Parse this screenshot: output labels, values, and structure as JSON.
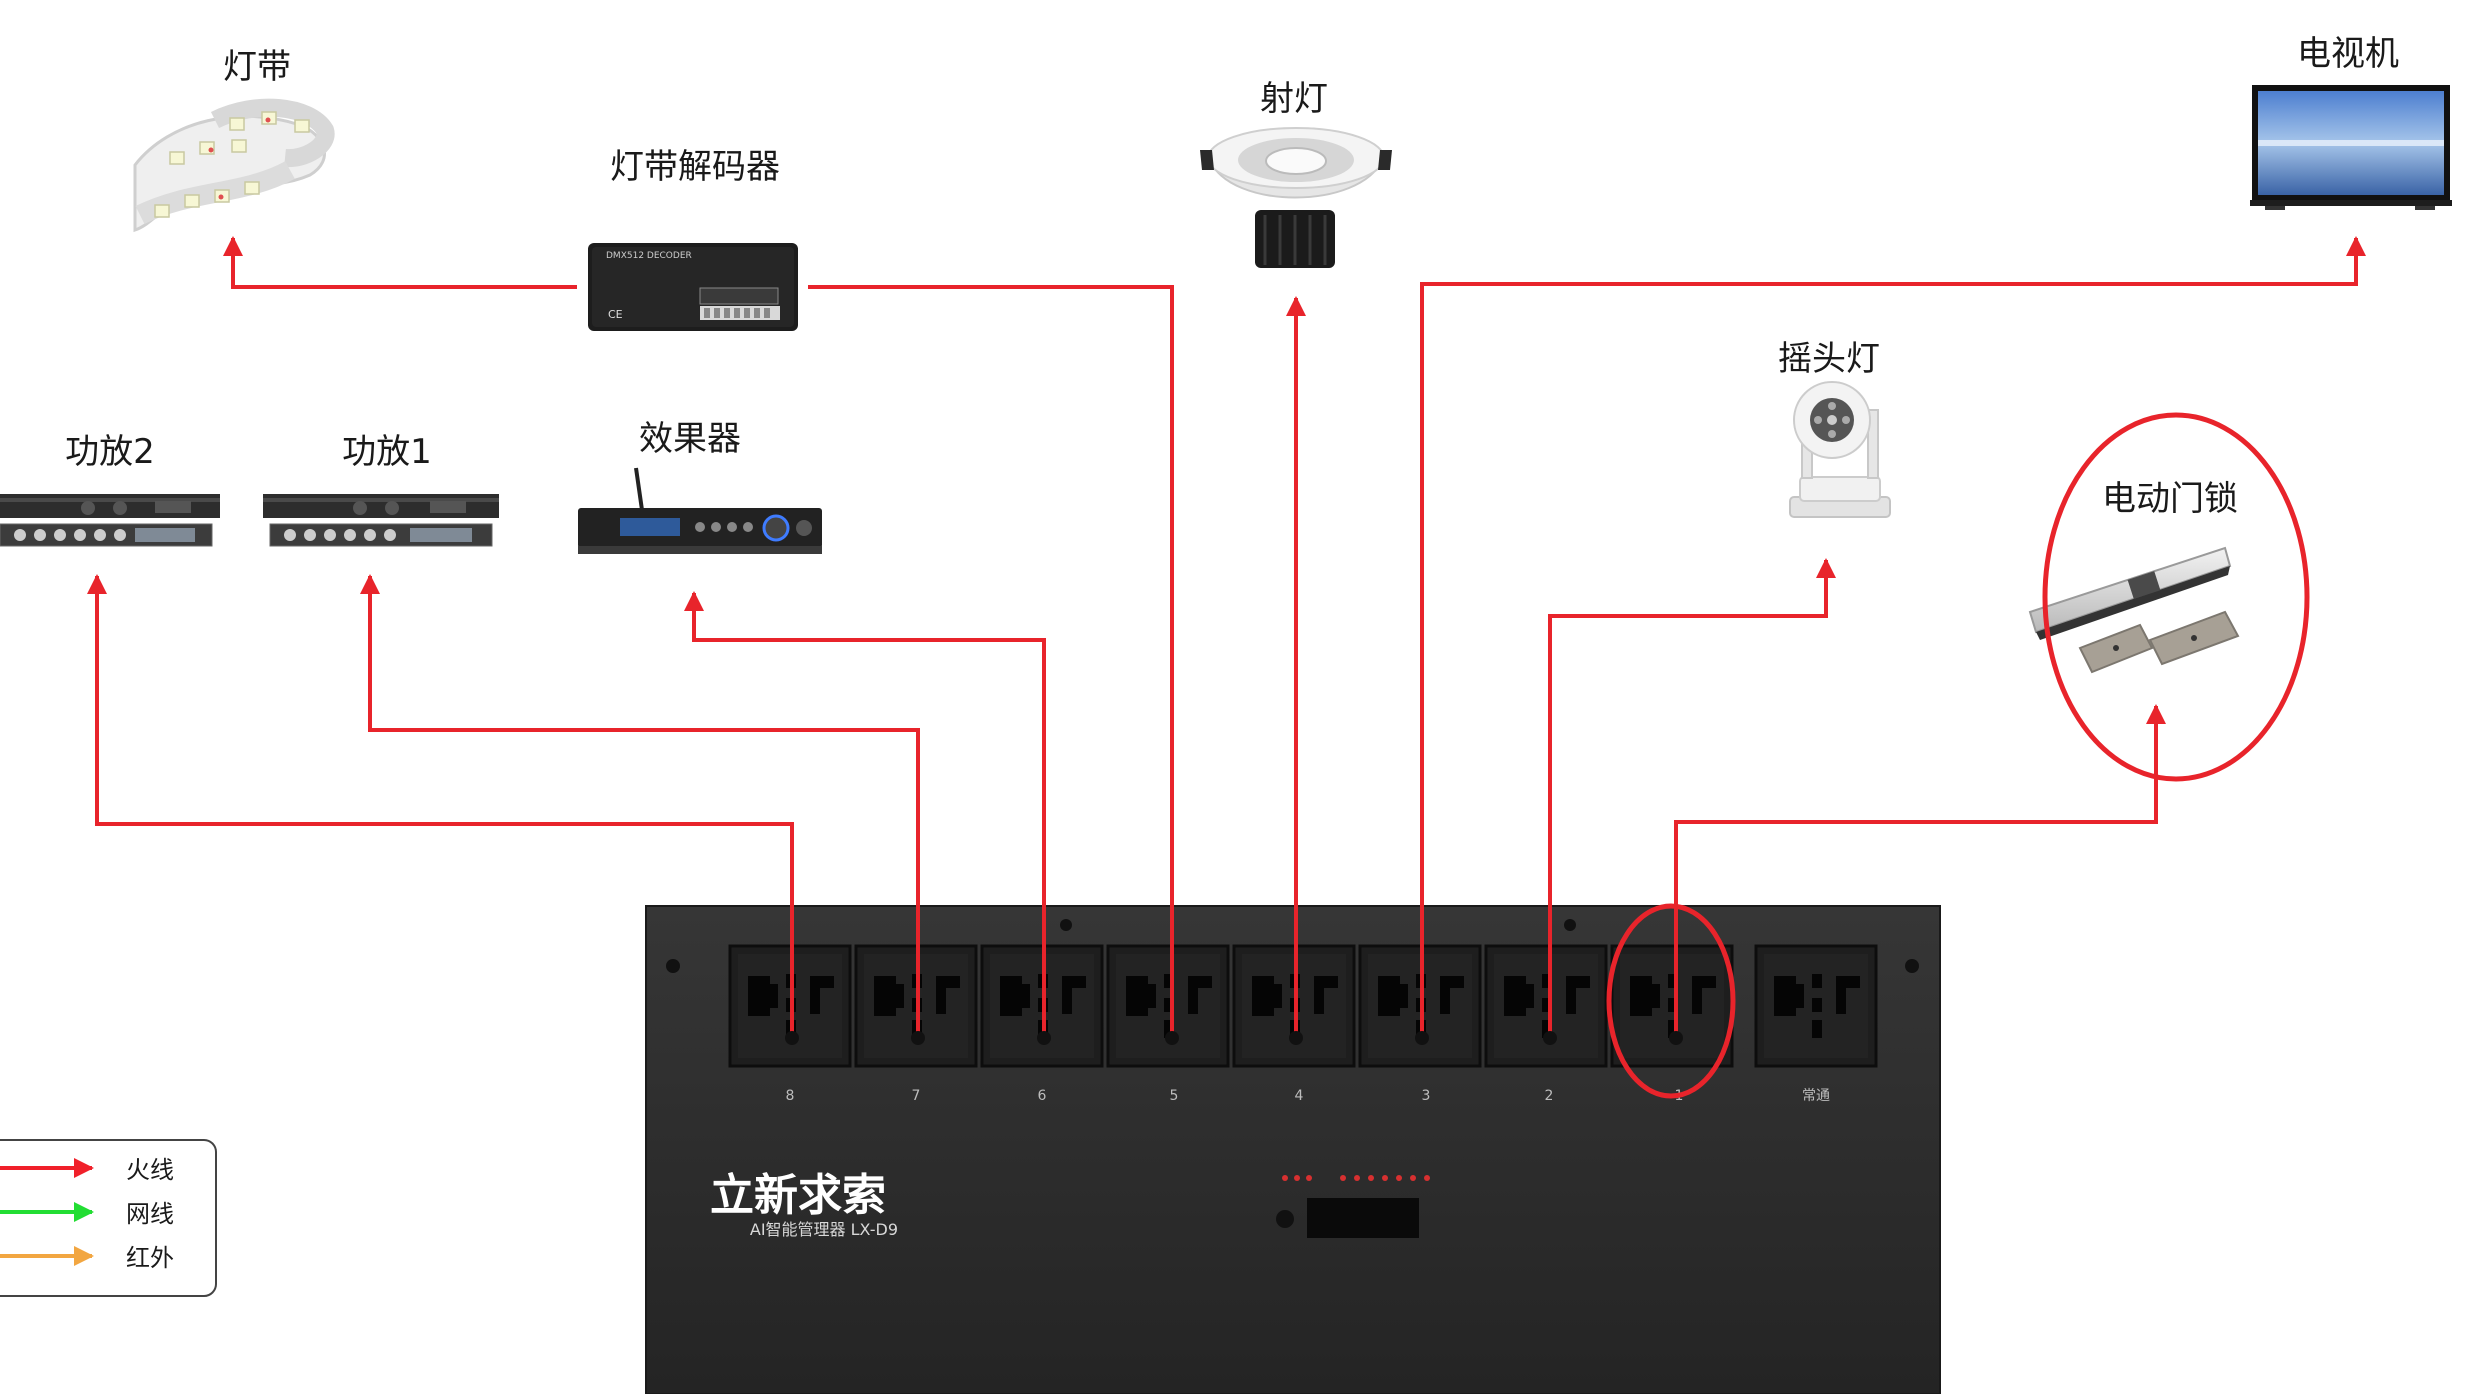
{
  "devices": {
    "light_strip": "灯带",
    "strip_decoder": "灯带解码器",
    "decoder_text": "DMX512 DECODER",
    "spotlight": "射灯",
    "tv": "电视机",
    "moving_head": "摇头灯",
    "door_lock": "电动门锁",
    "amp2": "功放2",
    "amp1": "功放1",
    "effector": "效果器"
  },
  "controller": {
    "brand": "立新求索",
    "model": "AI智能管理器 LX-D9",
    "socket_labels": [
      "8",
      "7",
      "6",
      "5",
      "4",
      "3",
      "2",
      "1",
      "常通"
    ]
  },
  "legend": {
    "items": [
      {
        "label": "火线",
        "color": "#f0202a"
      },
      {
        "label": "网线",
        "color": "#22dd33"
      },
      {
        "label": "红外",
        "color": "#f2a641"
      }
    ]
  },
  "colors": {
    "wire": "#e8242b",
    "highlight": "#e8242b",
    "panel": "#2b2b2b"
  }
}
